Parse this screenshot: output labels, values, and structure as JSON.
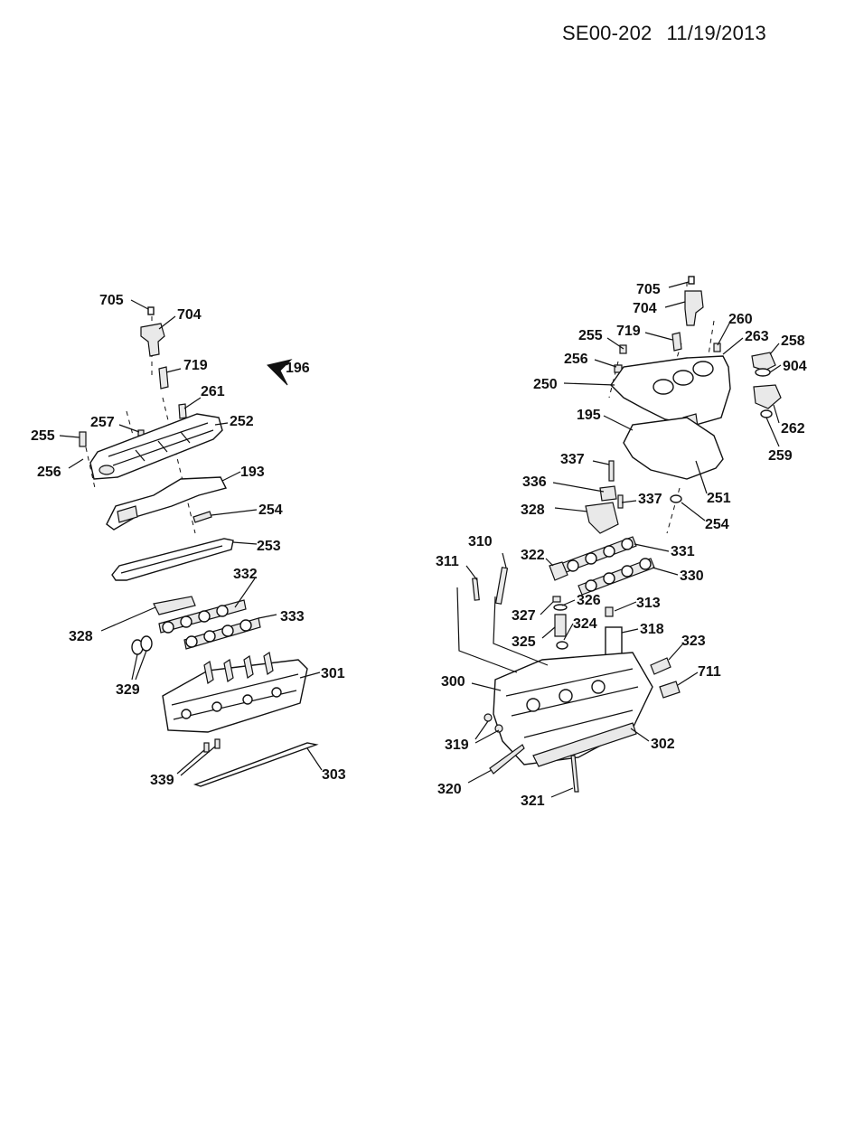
{
  "header": {
    "code": "SE00-202",
    "date": "11/19/2013"
  },
  "callouts": {
    "l705": "705",
    "l704": "704",
    "l719": "719",
    "l196": "196",
    "l261": "261",
    "l257": "257",
    "l252": "252",
    "l255": "255",
    "l256": "256",
    "l193": "193",
    "l254": "254",
    "l253": "253",
    "l332": "332",
    "l333": "333",
    "l328": "328",
    "l329": "329",
    "l301": "301",
    "l339": "339",
    "l303": "303",
    "r705": "705",
    "r704": "704",
    "r260": "260",
    "r255": "255",
    "r719": "719",
    "r263": "263",
    "r258": "258",
    "r256": "256",
    "r904": "904",
    "r250": "250",
    "r262": "262",
    "r195": "195",
    "r259": "259",
    "r337a": "337",
    "r336": "336",
    "r337b": "337",
    "r251": "251",
    "r328": "328",
    "r254": "254",
    "r310": "310",
    "r311": "311",
    "r322": "322",
    "r331": "331",
    "r330": "330",
    "r326": "326",
    "r313": "313",
    "r327": "327",
    "r324": "324",
    "r318": "318",
    "r325": "325",
    "r323": "323",
    "r300": "300",
    "r711": "711",
    "r319": "319",
    "r302": "302",
    "r320": "320",
    "r321": "321"
  }
}
